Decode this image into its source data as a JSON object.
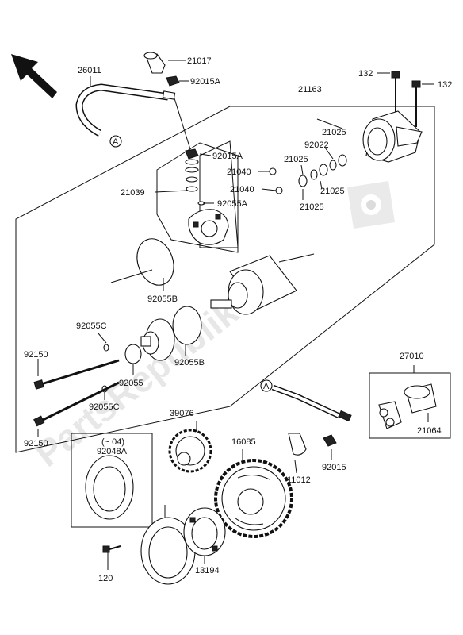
{
  "watermark": "PartsRepublik",
  "connector_letter": "A",
  "labels": {
    "p26011": "26011",
    "p21017": "21017",
    "p92015A_top": "92015A",
    "p132_left": "132",
    "p132_right": "132",
    "p21163": "21163",
    "p92015A_mid": "92015A",
    "p21025_a": "21025",
    "p92022": "92022",
    "p21025_b": "21025",
    "p21040_a": "21040",
    "p21039": "21039",
    "p21040_b": "21040",
    "p21025_c": "21025",
    "p92055A": "92055A",
    "p21025_d": "21025",
    "p92055B_a": "92055B",
    "p92055C_a": "92055C",
    "p92150_a": "92150",
    "p92055": "92055",
    "p92055B_b": "92055B",
    "p27010": "27010",
    "p92055C_b": "92055C",
    "p21064": "21064",
    "p92150_b": "92150",
    "p39076": "39076",
    "p16085": "16085",
    "p04_note": "(~ 04)",
    "p92048A": "92048A",
    "p11012": "11012",
    "p92015": "92015",
    "p120": "120",
    "p13194": "13194"
  }
}
